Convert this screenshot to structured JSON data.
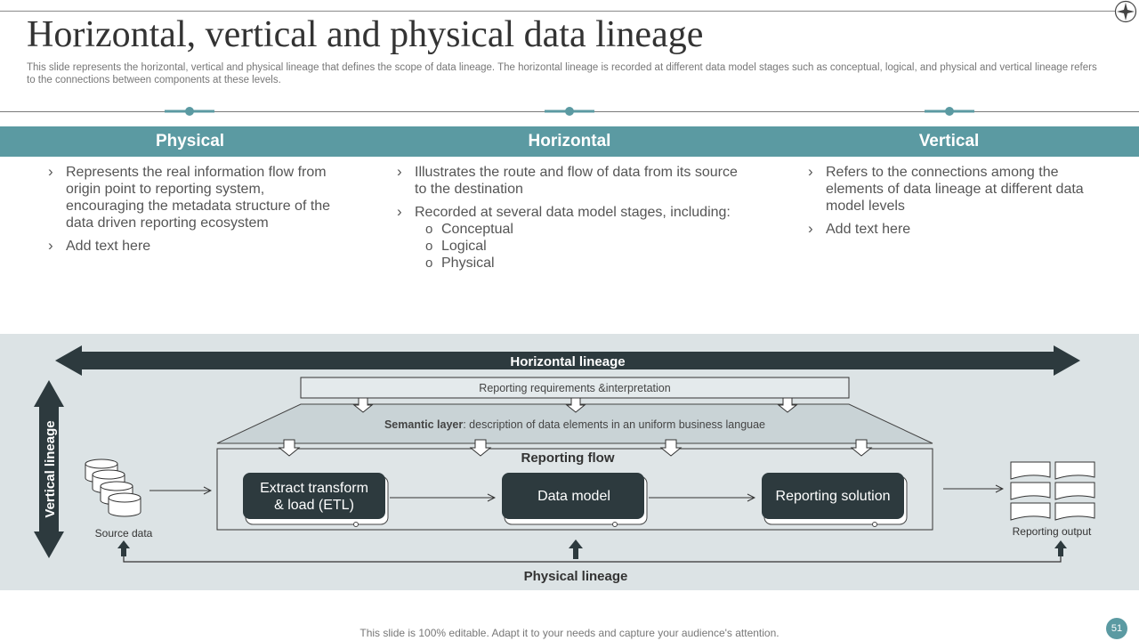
{
  "slide": {
    "title": "Horizontal, vertical and physical data lineage",
    "subtitle": "This slide represents the horizontal, vertical and physical lineage that defines the scope of data lineage. The horizontal lineage is recorded at different data model stages such as conceptual, logical, and physical and vertical lineage refers to the connections between components at these levels.",
    "footer": "This slide is 100% editable. Adapt it to your needs and capture your audience's attention.",
    "page_number": "51"
  },
  "columns": [
    {
      "heading": "Physical",
      "bullets": [
        "Represents the real information flow from origin point to reporting system, encouraging the metadata structure of the data driven reporting ecosystem",
        "Add text here"
      ]
    },
    {
      "heading": "Horizontal",
      "bullets": [
        "Illustrates  the route and flow of data from its source to the destination",
        "Recorded at several data model stages, including:"
      ],
      "sub_items": [
        "Conceptual",
        "Logical",
        "Physical"
      ]
    },
    {
      "heading": "Vertical",
      "bullets": [
        "Refers to the connections among the elements of data lineage at different data model levels",
        "Add text here"
      ]
    }
  ],
  "diagram": {
    "horizontal_lineage": "Horizontal lineage",
    "vertical_lineage": "Vertical lineage",
    "physical_lineage": "Physical lineage",
    "reporting_requirements": "Reporting  requirements  &interpretation",
    "semantic_label": "Semantic layer",
    "semantic_desc": ": description of data elements in an uniform  business languae",
    "reporting_flow": "Reporting flow",
    "etl_line1": "Extract transform",
    "etl_line2": "& load (ETL)",
    "data_model": "Data model",
    "reporting_solution": "Reporting solution",
    "source_data": "Source data",
    "reporting_output": "Reporting  output"
  },
  "colors": {
    "accent": "#5b9aa2",
    "dark": "#2d3a3e",
    "diagram_bg": "#dce3e5",
    "semantic_fill": "#c9d3d6"
  }
}
